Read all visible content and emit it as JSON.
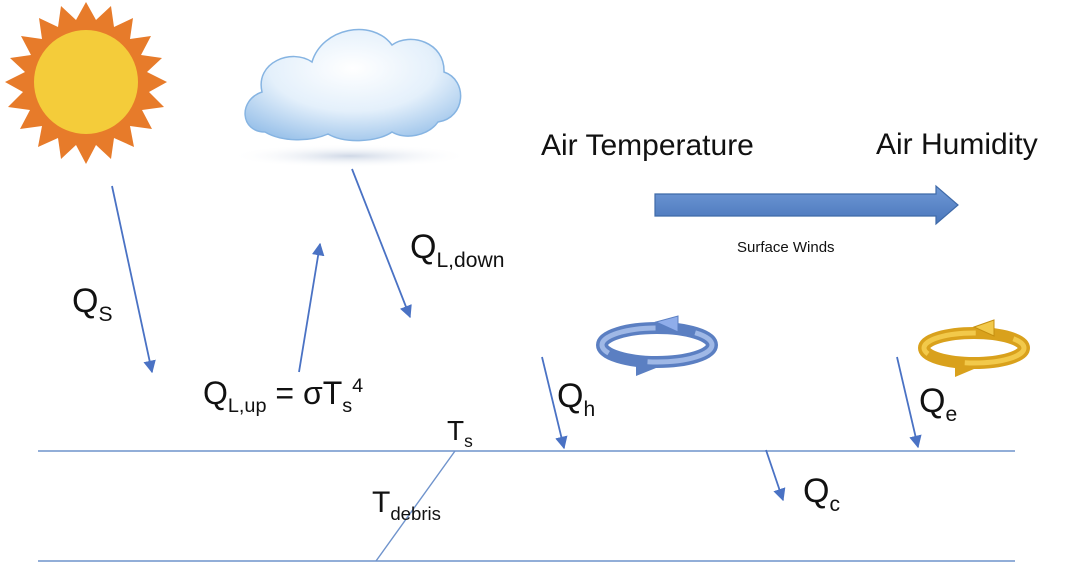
{
  "labels": {
    "air_temperature": "Air Temperature",
    "air_humidity": "Air Humidity",
    "surface_winds": "Surface Winds",
    "qs": {
      "main": "Q",
      "sub": "S"
    },
    "ql_down": {
      "main": "Q",
      "sub": "L,down"
    },
    "ql_up": {
      "main": "Q",
      "sub": "L,up",
      "eq": " = σT",
      "sub2": "s",
      "sup": "4"
    },
    "ts": {
      "main": "T",
      "sub": "s"
    },
    "qh": {
      "main": "Q",
      "sub": "h"
    },
    "qe": {
      "main": "Q",
      "sub": "e"
    },
    "qc": {
      "main": "Q",
      "sub": "c"
    },
    "t_debris": {
      "main": "T",
      "sub": "debris"
    }
  },
  "icons": {
    "sun": "sun-icon",
    "cloud": "cloud-icon",
    "sensible_heat_cycle": "circular-arrows-icon",
    "latent_heat_cycle": "circular-arrows-icon"
  },
  "colors": {
    "arrow": "#4a72c4",
    "line": "#6f93cc",
    "sun_rays": "#e77b2a",
    "sun_core": "#f4cc3a",
    "wind_arrow": "#5b86c5",
    "cycle_blue": "#6d8fcf",
    "cycle_gold": "#e8b323"
  }
}
